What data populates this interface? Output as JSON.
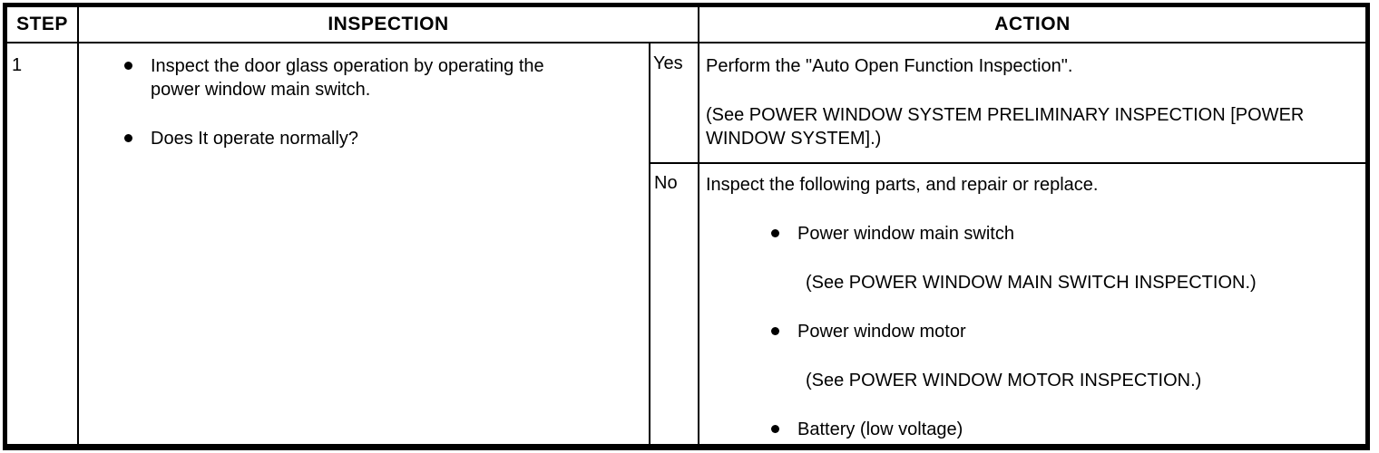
{
  "table": {
    "headers": {
      "step": "STEP",
      "inspection": "INSPECTION",
      "action": "ACTION"
    },
    "rows": [
      {
        "step": "1",
        "inspection": {
          "bullets": [
            "Inspect the door glass operation by operating the power window main switch.",
            "Does It operate normally?"
          ]
        },
        "actions": [
          {
            "label": "Yes",
            "paragraphs": [
              "Perform the \"Auto Open Function Inspection\".",
              "(See POWER WINDOW SYSTEM PRELIMINARY INSPECTION [POWER WINDOW SYSTEM].)"
            ]
          },
          {
            "label": "No",
            "intro": "Inspect the following parts, and repair or replace.",
            "items": [
              {
                "text": "Power window main switch",
                "ref": "(See POWER WINDOW MAIN SWITCH INSPECTION.)"
              },
              {
                "text": "Power window motor",
                "ref": "(See POWER WINDOW MOTOR INSPECTION.)"
              },
              {
                "text": "Battery (low voltage)",
                "ref": ""
              }
            ]
          }
        ]
      }
    ]
  }
}
